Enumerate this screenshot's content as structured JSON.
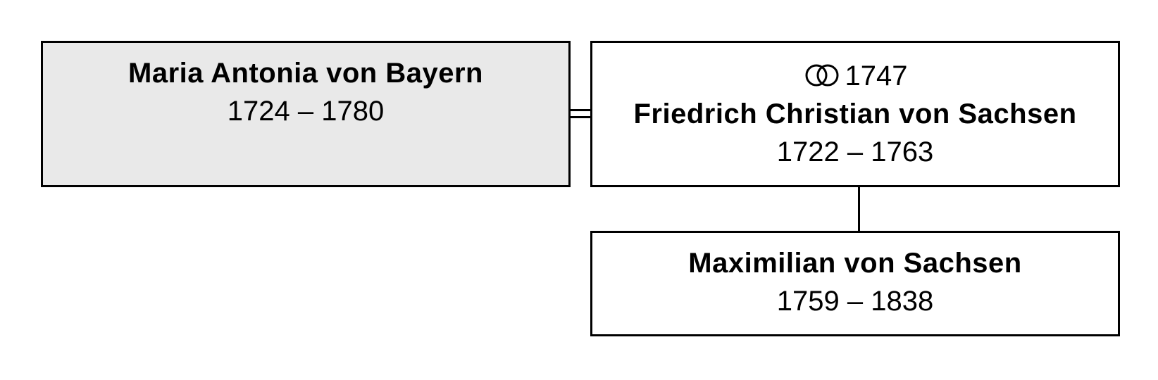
{
  "persons": {
    "maria": {
      "name": "Maria Antonia von Bayern",
      "dates": "1724 – 1780"
    },
    "friedrich": {
      "marriage_year": "1747",
      "name": "Friedrich Christian von Sachsen",
      "dates": "1722 – 1763"
    },
    "maximilian": {
      "name": "Maximilian von Sachsen",
      "dates": "1759 – 1838"
    }
  },
  "icons": {
    "marriage": "wedding-rings-icon"
  },
  "colors": {
    "shaded_box": "#e9e9e9",
    "box_border": "#000000",
    "background": "#ffffff"
  }
}
